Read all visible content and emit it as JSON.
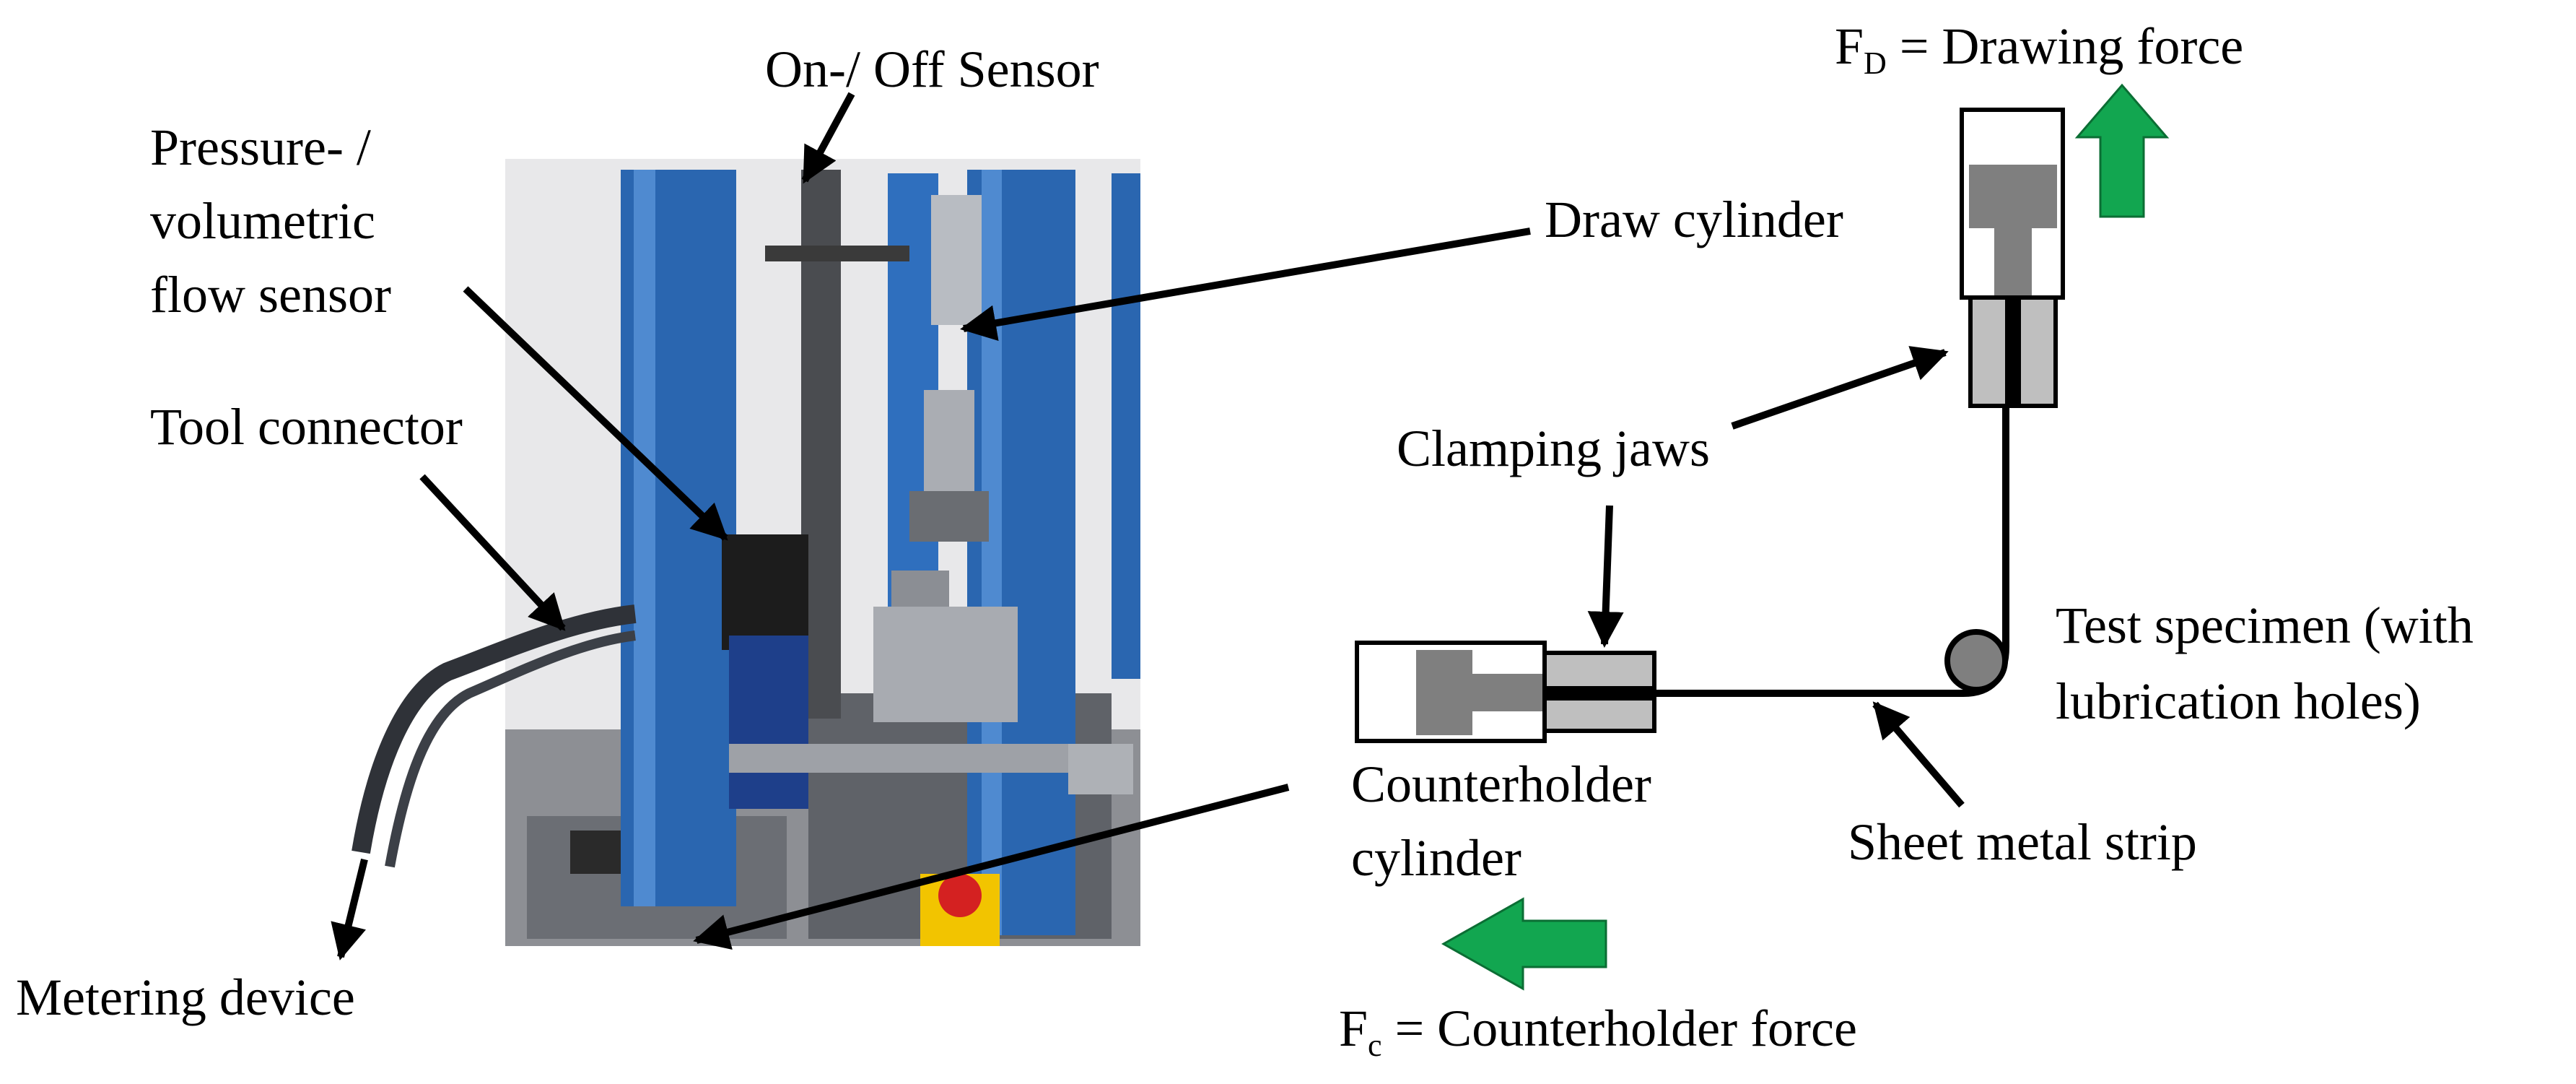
{
  "photo_labels": {
    "on_off_sensor": "On-/ Off Sensor",
    "pressure_sensor": [
      "Pressure- /",
      "volumetric",
      "flow sensor"
    ],
    "tool_connector": "Tool connector",
    "metering_device": "Metering device"
  },
  "schematic_labels": {
    "drawing_force_symbol": "F",
    "drawing_force_subscript": "D",
    "drawing_force_text": " = Drawing force",
    "draw_cylinder": "Draw cylinder",
    "clamping_jaws": "Clamping jaws",
    "test_specimen": [
      "Test specimen (with",
      "lubrication holes)"
    ],
    "counterholder_cylinder": [
      "Counterholder",
      "cylinder"
    ],
    "sheet_metal_strip": "Sheet metal strip",
    "counterholder_force_symbol": "F",
    "counterholder_force_subscript": "c",
    "counterholder_force_text": " = Counterholder force"
  },
  "colors": {
    "arrow_green": "#12a650",
    "cylinder_gray": "#7f7f7f",
    "jaw_gray": "#bfbfbf",
    "column_blue": "#2a66b0"
  }
}
